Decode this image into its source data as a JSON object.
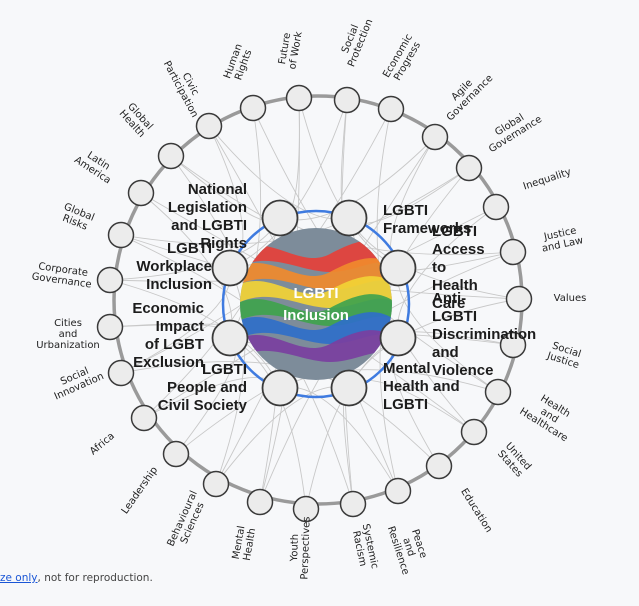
{
  "diagram": {
    "center": {
      "title_line1": "LGBTI",
      "title_line2": "Inclusion",
      "image": "rainbow-pride-flag",
      "colors": [
        "#e5403a",
        "#f08a2c",
        "#f2d235",
        "#3fa34d",
        "#2f6fc9",
        "#7a3fa0"
      ]
    },
    "inner_nodes": [
      {
        "label_lines": [
          "LGBTI",
          "Frameworks"
        ]
      },
      {
        "label_lines": [
          "LGBTI",
          "Access",
          "to",
          "Health",
          "Care"
        ]
      },
      {
        "label_lines": [
          "Anti-",
          "LGBTI",
          "Discrimination",
          "and",
          "Violence"
        ]
      },
      {
        "label_lines": [
          "Mental",
          "Health and",
          "LGBTI"
        ]
      },
      {
        "label_lines": [
          "LGBTI",
          "People and",
          "Civil Society"
        ]
      },
      {
        "label_lines": [
          "Economic",
          "Impact",
          "of LGBT",
          "Exclusion"
        ]
      },
      {
        "label_lines": [
          "LGBTI",
          "Workplace",
          "Inclusion"
        ]
      },
      {
        "label_lines": [
          "National",
          "Legislation",
          "and LGBTI",
          "Rights"
        ]
      }
    ],
    "outer_nodes": [
      {
        "label_lines": [
          "Social",
          "Protection"
        ]
      },
      {
        "label_lines": [
          "Economic",
          "Progress"
        ]
      },
      {
        "label_lines": [
          "Agile",
          "Governance"
        ]
      },
      {
        "label_lines": [
          "Global",
          "Governance"
        ]
      },
      {
        "label_lines": [
          "Inequality"
        ]
      },
      {
        "label_lines": [
          "Justice",
          "and Law"
        ]
      },
      {
        "label_lines": [
          "Values"
        ]
      },
      {
        "label_lines": [
          "Social",
          "Justice"
        ]
      },
      {
        "label_lines": [
          "Health",
          "and",
          "Healthcare"
        ]
      },
      {
        "label_lines": [
          "United",
          "States"
        ]
      },
      {
        "label_lines": [
          "Education"
        ]
      },
      {
        "label_lines": [
          "Peace",
          "and",
          "Resilience"
        ]
      },
      {
        "label_lines": [
          "Systemic",
          "Racism"
        ]
      },
      {
        "label_lines": [
          "Youth",
          "Perspectives"
        ]
      },
      {
        "label_lines": [
          "Mental",
          "Health"
        ]
      },
      {
        "label_lines": [
          "Behavioural",
          "Sciences"
        ]
      },
      {
        "label_lines": [
          "Leadership"
        ]
      },
      {
        "label_lines": [
          "Africa"
        ]
      },
      {
        "label_lines": [
          "Social",
          "Innovation"
        ]
      },
      {
        "label_lines": [
          "Cities",
          "and",
          "Urbanization"
        ]
      },
      {
        "label_lines": [
          "Corporate",
          "Governance"
        ]
      },
      {
        "label_lines": [
          "Global",
          "Risks"
        ]
      },
      {
        "label_lines": [
          "Latin",
          "America"
        ]
      },
      {
        "label_lines": [
          "Global",
          "Health"
        ]
      },
      {
        "label_lines": [
          "Civic",
          "Participation"
        ]
      },
      {
        "label_lines": [
          "Human",
          "Rights"
        ]
      },
      {
        "label_lines": [
          "Future",
          "of Work"
        ]
      }
    ],
    "colors": {
      "ring": "#9a9a9a",
      "inner_ring": "#3f7be0",
      "node_fill": "#ececec",
      "node_stroke": "#3a3a3a",
      "edge": "#c8c8c8"
    }
  },
  "footer": {
    "link_text": "ze only",
    "rest_text": ", not for reproduction."
  }
}
